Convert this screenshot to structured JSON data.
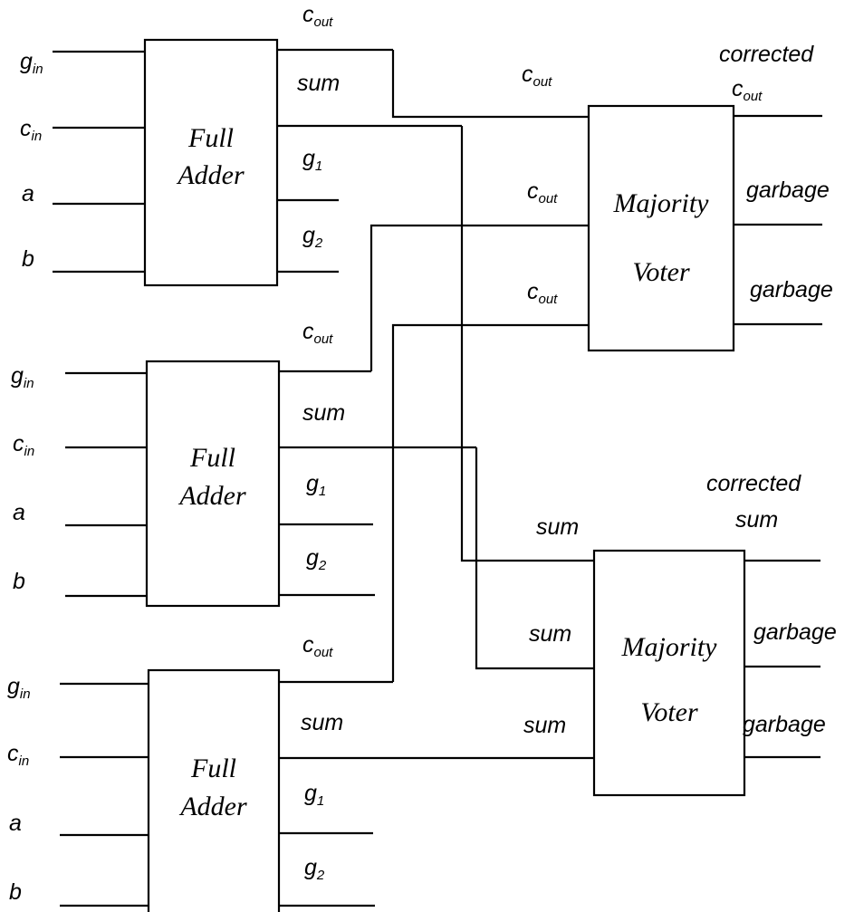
{
  "full_adders": [
    {
      "title_line1": "Full",
      "title_line2": "Adder",
      "inputs": [
        {
          "base": "g",
          "sub": "in"
        },
        {
          "base": "c",
          "sub": "in"
        },
        {
          "base": "a",
          "sub": ""
        },
        {
          "base": "b",
          "sub": ""
        }
      ],
      "outputs": [
        {
          "base": "c",
          "sub": "out"
        },
        {
          "base": "sum",
          "sub": ""
        },
        {
          "base": "g",
          "sub": "1"
        },
        {
          "base": "g",
          "sub": "2"
        }
      ]
    },
    {
      "title_line1": "Full",
      "title_line2": "Adder",
      "inputs": [
        {
          "base": "g",
          "sub": "in"
        },
        {
          "base": "c",
          "sub": "in"
        },
        {
          "base": "a",
          "sub": ""
        },
        {
          "base": "b",
          "sub": ""
        }
      ],
      "outputs": [
        {
          "base": "c",
          "sub": "out"
        },
        {
          "base": "sum",
          "sub": ""
        },
        {
          "base": "g",
          "sub": "1"
        },
        {
          "base": "g",
          "sub": "2"
        }
      ]
    },
    {
      "title_line1": "Full",
      "title_line2": "Adder",
      "inputs": [
        {
          "base": "g",
          "sub": "in"
        },
        {
          "base": "c",
          "sub": "in"
        },
        {
          "base": "a",
          "sub": ""
        },
        {
          "base": "b",
          "sub": ""
        }
      ],
      "outputs": [
        {
          "base": "c",
          "sub": "out"
        },
        {
          "base": "sum",
          "sub": ""
        },
        {
          "base": "g",
          "sub": "1"
        },
        {
          "base": "g",
          "sub": "2"
        }
      ]
    }
  ],
  "majority_voters": [
    {
      "title_line1": "Majority",
      "title_line2": "Voter",
      "inputs": [
        {
          "base": "c",
          "sub": "out"
        },
        {
          "base": "c",
          "sub": "out"
        },
        {
          "base": "c",
          "sub": "out"
        }
      ],
      "corrected_line1": "corrected",
      "corrected_line2": {
        "base": "c",
        "sub": "out"
      },
      "garbage": [
        "garbage",
        "garbage"
      ]
    },
    {
      "title_line1": "Majority",
      "title_line2": "Voter",
      "inputs": [
        {
          "base": "sum",
          "sub": ""
        },
        {
          "base": "sum",
          "sub": ""
        },
        {
          "base": "sum",
          "sub": ""
        }
      ],
      "corrected_line1": "corrected",
      "corrected_line2": {
        "base": "sum",
        "sub": ""
      },
      "garbage": [
        "garbage",
        "garbage"
      ]
    }
  ]
}
